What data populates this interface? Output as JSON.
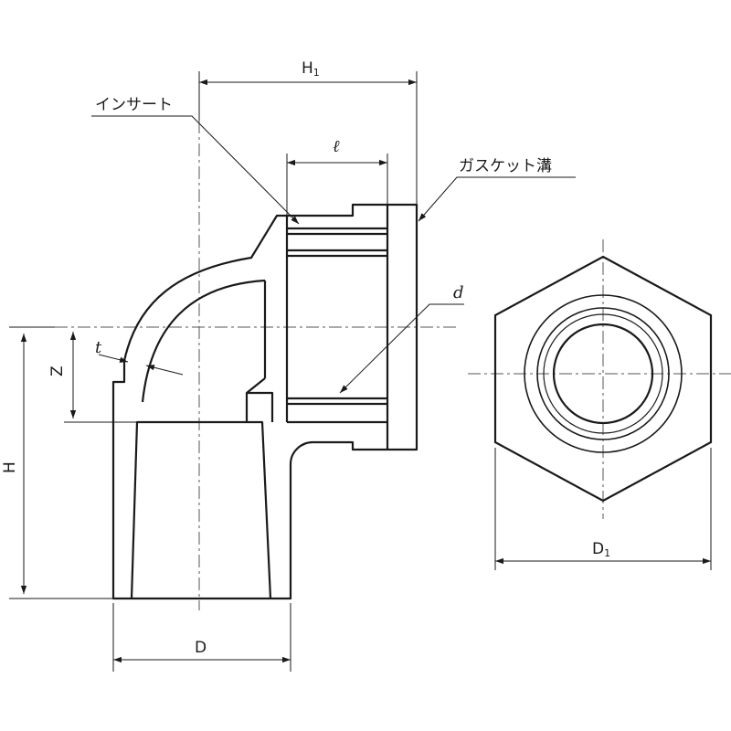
{
  "labels": {
    "insert": "インサート",
    "gasket_groove": "ガスケット溝",
    "H1": "H",
    "H1_sub": "1",
    "ell": "ℓ",
    "d": "d",
    "t": "t",
    "Z": "Z",
    "H": "H",
    "D": "D",
    "D1": "D",
    "D1_sub": "1"
  },
  "colors": {
    "line": "#1a1a1a",
    "background": "#ffffff"
  }
}
